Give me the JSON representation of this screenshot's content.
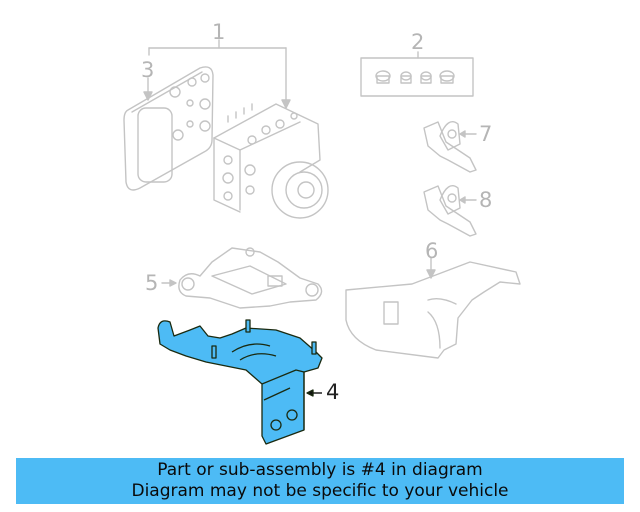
{
  "diagram": {
    "callouts": [
      {
        "id": "1",
        "label": "1"
      },
      {
        "id": "2",
        "label": "2"
      },
      {
        "id": "3",
        "label": "3"
      },
      {
        "id": "4",
        "label": "4"
      },
      {
        "id": "5",
        "label": "5"
      },
      {
        "id": "6",
        "label": "6"
      },
      {
        "id": "7",
        "label": "7"
      },
      {
        "id": "8",
        "label": "8"
      }
    ],
    "highlighted_part": "4",
    "colors": {
      "highlight_fill": "#4dbbf5",
      "outline_muted": "#c4c4c4",
      "outline_active": "#1a2a10"
    }
  },
  "banner": {
    "line1": "Part or sub-assembly is #4 in diagram",
    "line2": "Diagram may not be specific to your vehicle",
    "background": "#4dbbf5"
  }
}
